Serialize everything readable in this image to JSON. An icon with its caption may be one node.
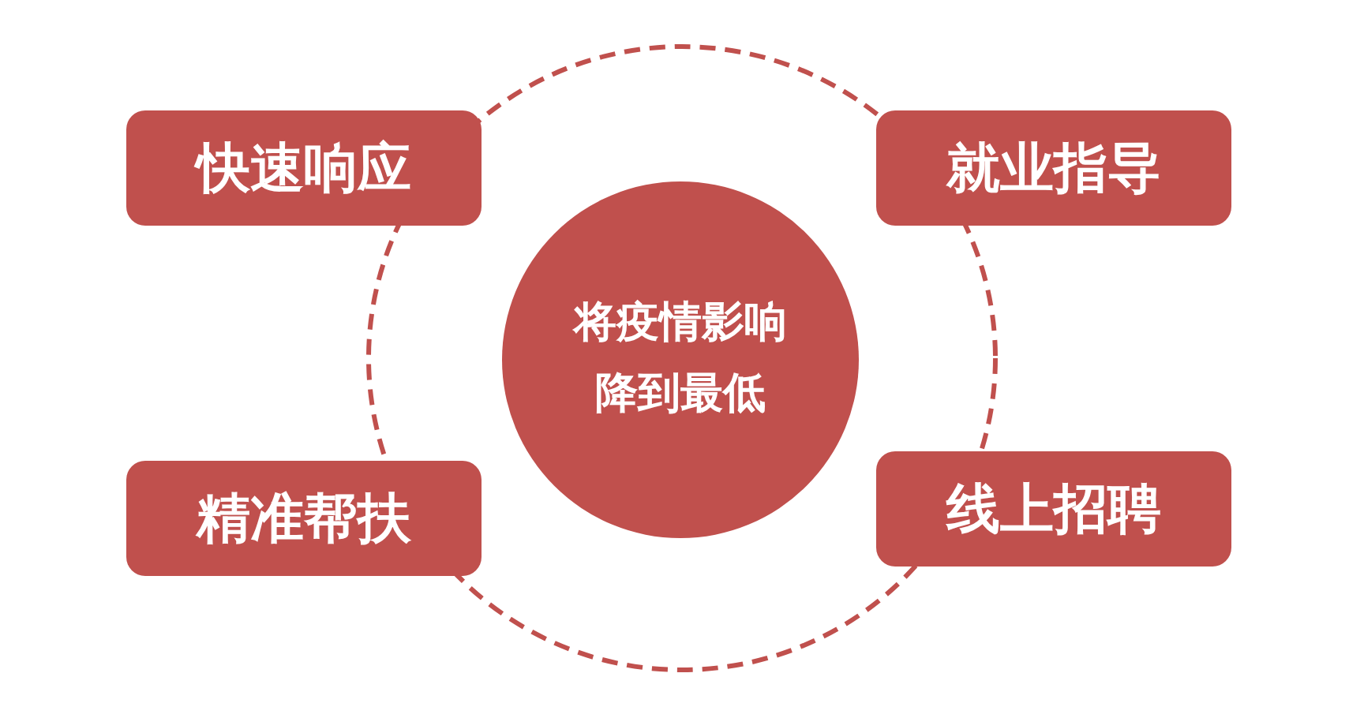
{
  "diagram": {
    "nodes": [
      {
        "text": [],
        "shape": "circle"
      },
      {
        "text": [
          "快速响应"
        ]
      },
      {
        "text": [
          "就业指导"
        ]
      },
      {
        "text": [
          "将疫情影响降到最低"
        ],
        "in": 0
      },
      {
        "text": [
          "精准帮扶"
        ]
      },
      {
        "text": [
          "线上招聘"
        ]
      }
    ]
  }
}
